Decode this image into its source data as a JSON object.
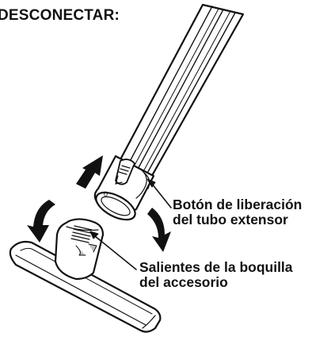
{
  "title": "DESCONECTAR:",
  "callouts": {
    "release_button": {
      "line1": "Botón de liberación",
      "line2": "del tubo extensor"
    },
    "nozzle_tabs": {
      "line1": "Salientes de la boquilla",
      "line2": "del accesorio"
    }
  },
  "colors": {
    "ink": "#111111",
    "paper": "#ffffff",
    "shade": "#bfbfbf"
  }
}
